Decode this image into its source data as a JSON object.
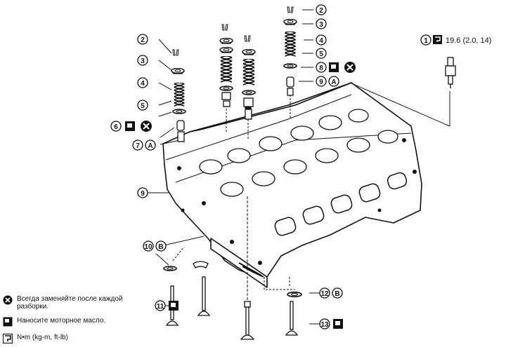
{
  "callouts": {
    "c1": "1",
    "c2": "2",
    "c3": "3",
    "c4": "4",
    "c5": "5",
    "c6": "6",
    "c7": "7",
    "c8": "8",
    "c9": "9",
    "c10": "10",
    "c11": "11",
    "c12": "12",
    "c13": "13",
    "letter_a": "A",
    "letter_b": "B"
  },
  "torque_spec": "19.6 (2.0, 14)",
  "legend": {
    "replace": "Всегда заменяйте после каждой\nразборки.",
    "oil": "Наносите моторное масло.",
    "torque": "N•m (kg-m, ft-lb)"
  }
}
